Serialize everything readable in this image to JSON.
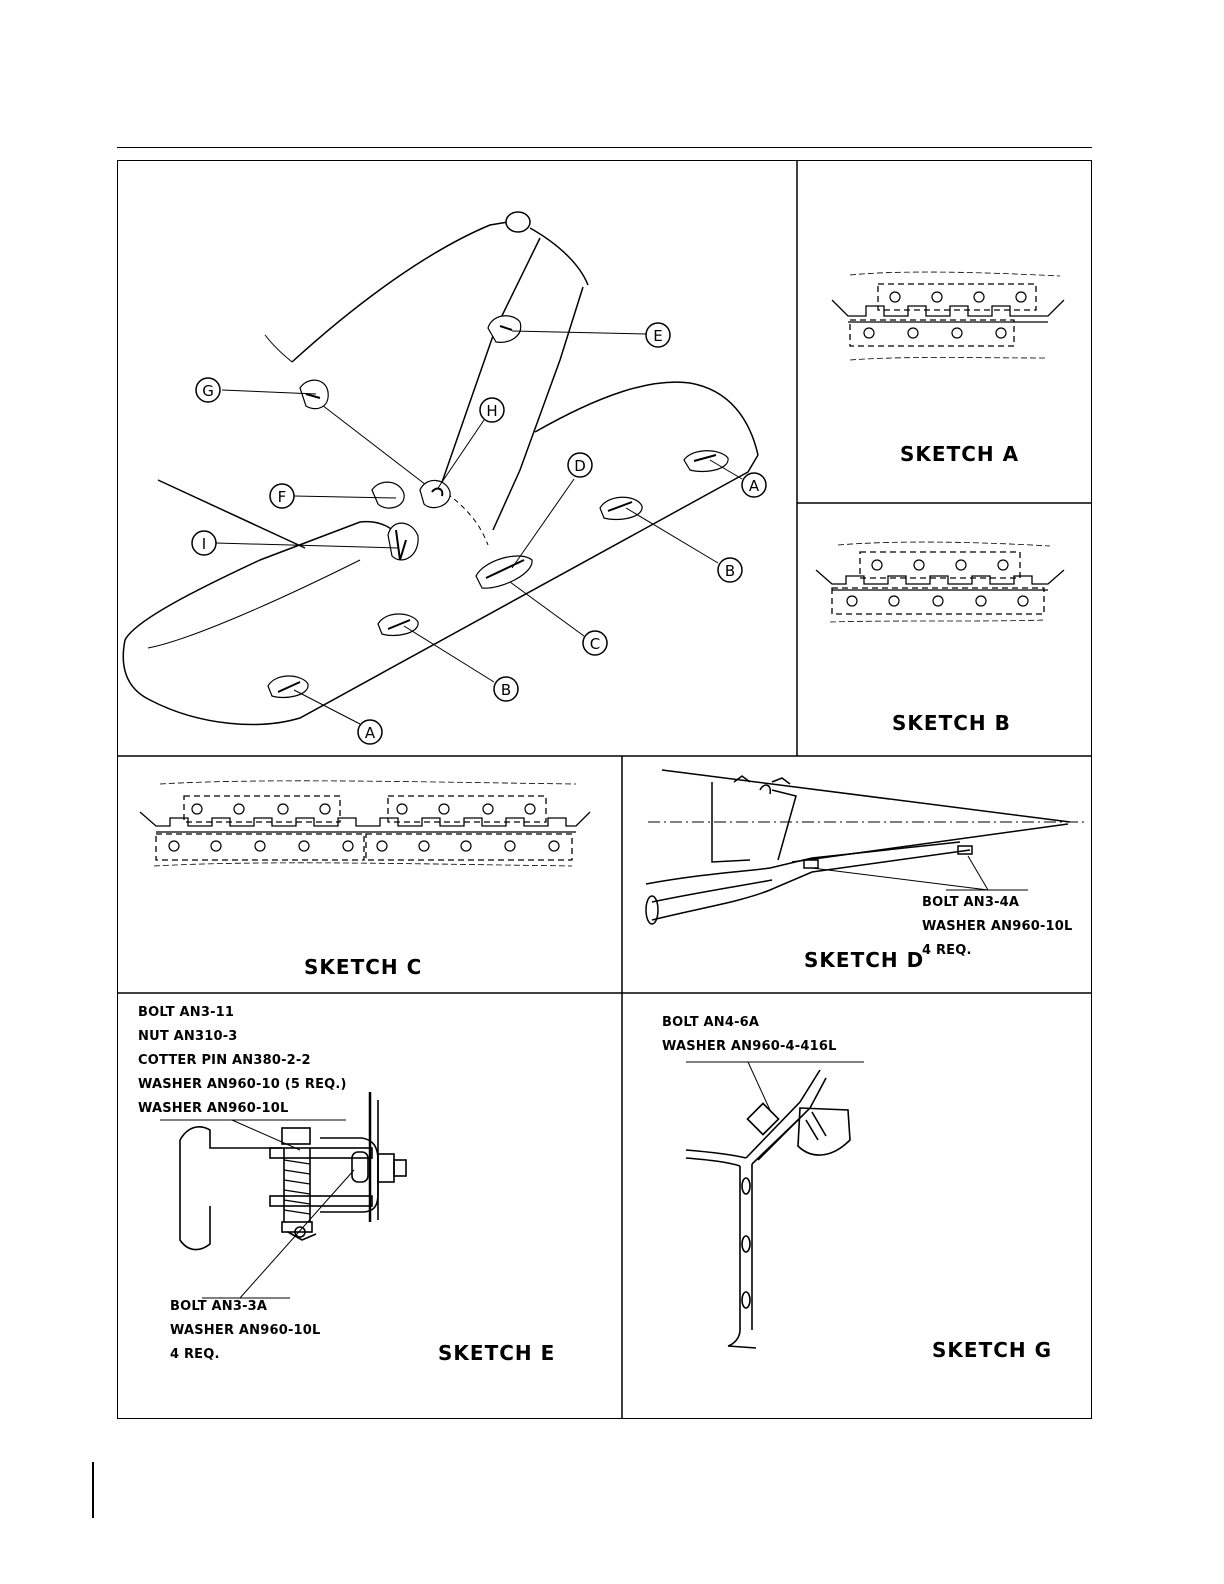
{
  "callouts": [
    "A",
    "A",
    "B",
    "B",
    "C",
    "D",
    "E",
    "F",
    "G",
    "H",
    "I"
  ],
  "sketch_a": {
    "title": "SKETCH A"
  },
  "sketch_b": {
    "title": "SKETCH B"
  },
  "sketch_c": {
    "title": "SKETCH C"
  },
  "sketch_d": {
    "title": "SKETCH D",
    "labels": [
      "BOLT AN3-4A",
      "WASHER AN960-10L",
      "4 REQ."
    ]
  },
  "sketch_e": {
    "title": "SKETCH E",
    "labels_top": [
      "BOLT AN3-11",
      "NUT AN310-3",
      "COTTER PIN AN380-2-2",
      "WASHER AN960-10 (5 REQ.)",
      "WASHER AN960-10L"
    ],
    "labels_bottom": [
      "BOLT AN3-3A",
      "WASHER AN960-10L",
      "4 REQ."
    ]
  },
  "sketch_g": {
    "title": "SKETCH G",
    "labels": [
      "BOLT AN4-6A",
      "WASHER AN960-4-416L"
    ]
  },
  "colors": {
    "ink": "#000000",
    "paper": "#ffffff"
  }
}
